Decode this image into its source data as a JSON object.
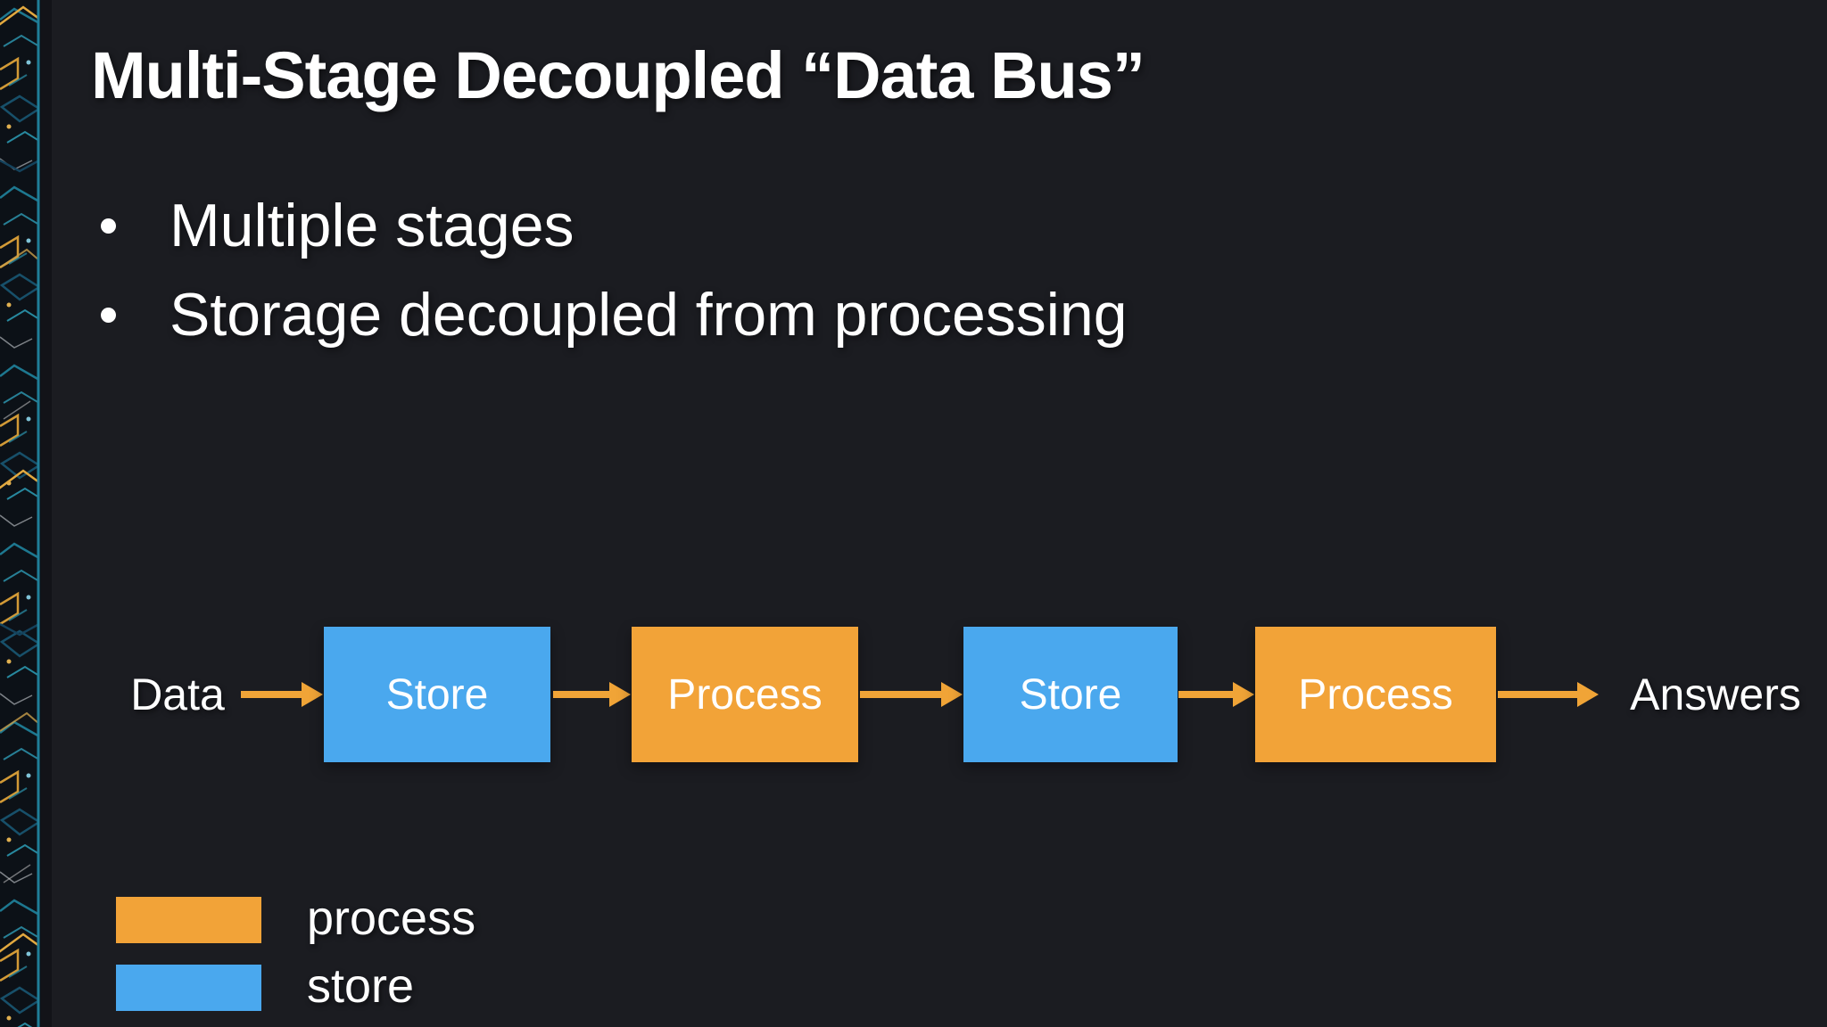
{
  "slide": {
    "title": "Multi-Stage Decoupled “Data Bus”",
    "bullets": [
      "Multiple stages",
      "Storage decoupled from processing"
    ]
  },
  "diagram": {
    "source_label": "Data",
    "sink_label": "Answers",
    "nodes": [
      {
        "label": "Store",
        "type": "store"
      },
      {
        "label": "Process",
        "type": "process"
      },
      {
        "label": "Store",
        "type": "store"
      },
      {
        "label": "Process",
        "type": "process"
      }
    ],
    "arrow_count": 5
  },
  "legend": {
    "items": [
      {
        "label": "process",
        "color": "#f2a338"
      },
      {
        "label": "store",
        "color": "#4aa8ee"
      }
    ]
  },
  "colors": {
    "background": "#1b1c21",
    "store_blue": "#4aa8ee",
    "process_orange": "#f2a338",
    "arrow_orange": "#f0a437",
    "text": "#ffffff"
  }
}
